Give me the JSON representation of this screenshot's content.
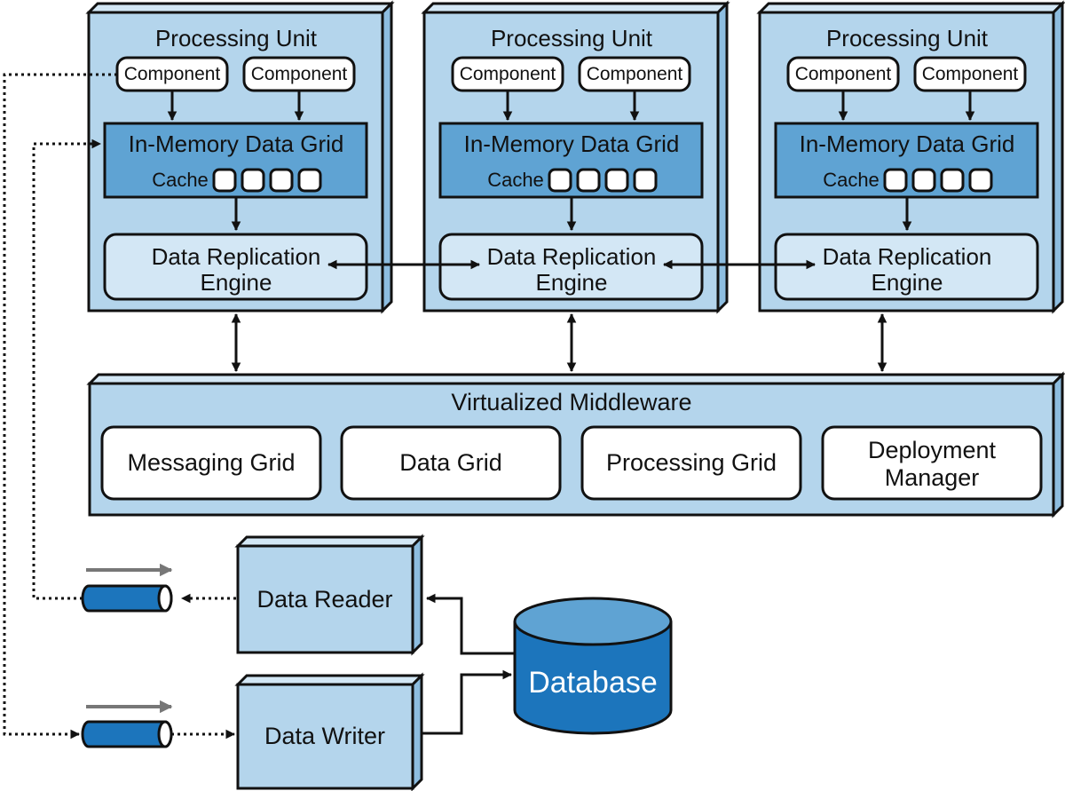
{
  "processing_units": [
    {
      "title": "Processing Unit",
      "components": [
        "Component",
        "Component"
      ],
      "data_grid": {
        "label": "In-Memory Data Grid",
        "cache_label": "Cache"
      },
      "replication": {
        "line1": "Data Replication",
        "line2": "Engine"
      }
    },
    {
      "title": "Processing Unit",
      "components": [
        "Component",
        "Component"
      ],
      "data_grid": {
        "label": "In-Memory Data Grid",
        "cache_label": "Cache"
      },
      "replication": {
        "line1": "Data Replication",
        "line2": "Engine"
      }
    },
    {
      "title": "Processing Unit",
      "components": [
        "Component",
        "Component"
      ],
      "data_grid": {
        "label": "In-Memory Data Grid",
        "cache_label": "Cache"
      },
      "replication": {
        "line1": "Data Replication",
        "line2": "Engine"
      }
    }
  ],
  "middleware": {
    "title": "Virtualized Middleware",
    "items": [
      {
        "line1": "Messaging Grid",
        "line2": ""
      },
      {
        "line1": "Data Grid",
        "line2": ""
      },
      {
        "line1": "Processing Grid",
        "line2": ""
      },
      {
        "line1": "Deployment",
        "line2": "Manager"
      }
    ]
  },
  "data_reader": {
    "label": "Data Reader"
  },
  "data_writer": {
    "label": "Data Writer"
  },
  "database": {
    "label": "Database"
  },
  "colors": {
    "light_fill": "#b4d5ec",
    "light_inner": "#d3e7f5",
    "dark_fill": "#5fa3d3",
    "db_fill": "#1c75bc",
    "queue_fill": "#1c75bc",
    "stroke": "#111111",
    "queue_arrow": "#777777"
  }
}
